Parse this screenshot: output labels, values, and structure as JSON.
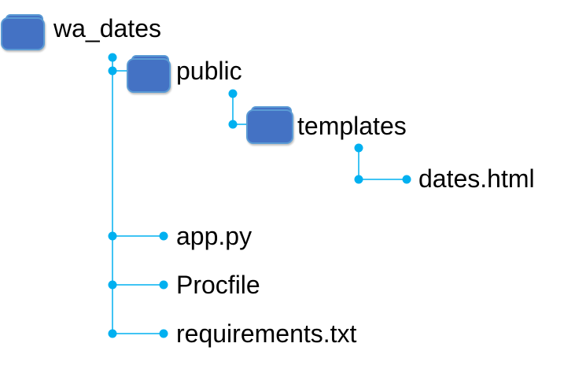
{
  "colors": {
    "connector": "#00B0F0",
    "folder_fill": "#4472C4",
    "folder_edge": "#5B9BD5"
  },
  "tree": {
    "root": {
      "name": "wa_dates",
      "icon": "folder-icon"
    },
    "public": {
      "name": "public",
      "icon": "folder-icon"
    },
    "templates": {
      "name": "templates",
      "icon": "folder-icon"
    },
    "dates_html": {
      "name": "dates.html"
    },
    "app_py": {
      "name": "app.py"
    },
    "procfile": {
      "name": "Procfile"
    },
    "requirements": {
      "name": "requirements.txt"
    }
  }
}
